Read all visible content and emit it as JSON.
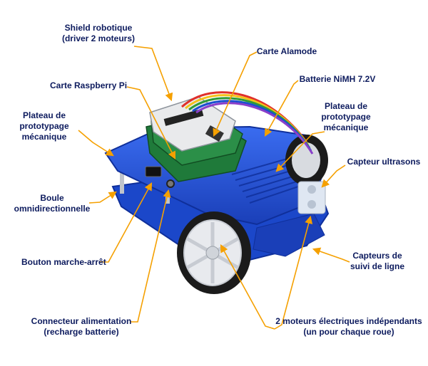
{
  "labels": {
    "shield": [
      "Shield robotique",
      "(driver 2 moteurs)"
    ],
    "alamode": [
      "Carte Alamode"
    ],
    "raspberry": [
      "Carte Raspberry Pi"
    ],
    "battery": [
      "Batterie NiMH 7.2V"
    ],
    "plate_left": [
      "Plateau de",
      "prototypage",
      "mécanique"
    ],
    "plate_right": [
      "Plateau de",
      "prototypage",
      "mécanique"
    ],
    "ultrasonic": [
      "Capteur ultrasons"
    ],
    "ball": [
      "Boule",
      "omnidirectionnelle"
    ],
    "line_sensors": [
      "Capteurs de",
      "suivi de ligne"
    ],
    "switch": [
      "Bouton marche-arrêt"
    ],
    "power": [
      "Connecteur alimentation",
      "(recharge batterie)"
    ],
    "motors": [
      "2 moteurs électriques indépendants",
      "(un pour chaque roue)"
    ]
  },
  "colors": {
    "arrow": "#f5a000",
    "label_text": "#0d1b5e",
    "chassis": "#1f4fd6",
    "chassis_dark": "#0f2f9a",
    "board_green": "#1f7a3a",
    "wheel": "#e8eaee",
    "tire": "#1b1b1b"
  }
}
